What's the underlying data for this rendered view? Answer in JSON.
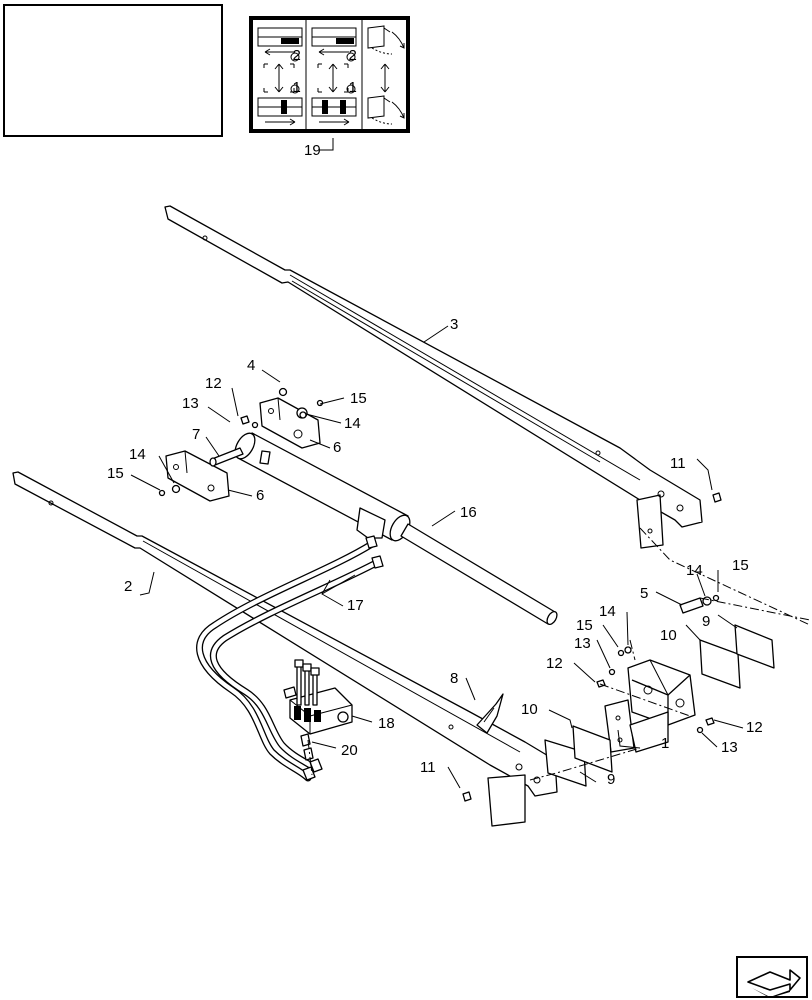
{
  "callouts": {
    "c1": "1",
    "c2": "2",
    "c3": "3",
    "c4": "4",
    "c5": "5",
    "c6a": "6",
    "c6b": "6",
    "c7": "7",
    "c8": "8",
    "c9a": "9",
    "c9b": "9",
    "c10a": "10",
    "c10b": "10",
    "c11a": "11",
    "c11b": "11",
    "c12a": "12",
    "c12b": "12",
    "c12c": "12",
    "c13a": "13",
    "c13b": "13",
    "c13c": "13",
    "c14a": "14",
    "c14b": "14",
    "c14c": "14",
    "c14d": "14",
    "c15a": "15",
    "c15b": "15",
    "c15c": "15",
    "c15d": "15",
    "c16": "16",
    "c17": "17",
    "c18": "18",
    "c19": "19",
    "c20": "20"
  },
  "decal": {
    "markers": {
      "top": "2",
      "bottom": "1"
    }
  },
  "icons": {
    "nav": "page-navigation-arrow-icon"
  }
}
